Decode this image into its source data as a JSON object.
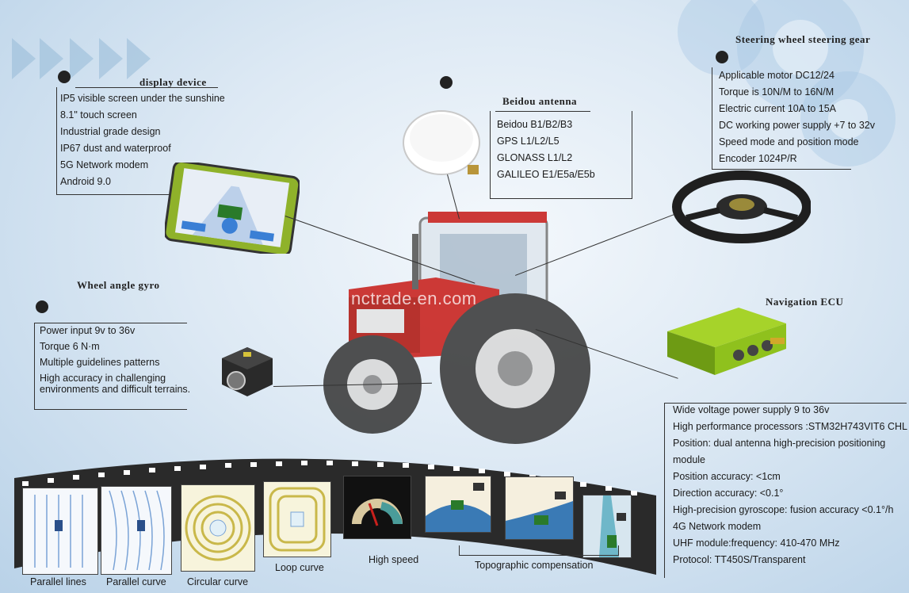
{
  "watermark": "nctrade.en.com",
  "display_device": {
    "title": "display device",
    "specs": [
      "IP5 visible screen under the sunshine",
      "8.1\" touch screen",
      "Industrial grade design",
      "IP67 dust and waterproof",
      "5G Network modem",
      "Android 9.0"
    ]
  },
  "beidou_antenna": {
    "title": "Beidou antenna",
    "specs": [
      "Beidou B1/B2/B3",
      "GPS L1/L2/L5",
      "GLONASS L1/L2",
      "GALILEO E1/E5a/E5b"
    ]
  },
  "steering_gear": {
    "title": "Steering wheel steering gear",
    "specs": [
      "Applicable motor DC12/24",
      "Torque is 10N/M to 16N/M",
      "Electric current 10A to 15A",
      "DC working power supply +7 to 32v",
      "Speed mode and position mode",
      "Encoder 1024P/R"
    ]
  },
  "wheel_angle_gyro": {
    "title": "Wheel angle gyro",
    "specs": [
      "Power input 9v to 36v",
      "Torque 6 N·m",
      "Multiple guidelines patterns",
      "High accuracy in challenging",
      "environments and difficult terrains."
    ]
  },
  "navigation_ecu": {
    "title": "Navigation ECU",
    "specs": [
      "Wide voltage power supply 9 to 36v",
      "High performance processors :STM32H743VIT6 CHL",
      "Position: dual antenna high-precision positioning",
      "module",
      "Position accuracy: <1cm",
      "Direction accuracy: <0.1°",
      "High-precision gyroscope: fusion accuracy <0.1°/h",
      "4G Network modem",
      "UHF module:frequency: 410-470 MHz",
      "Protocol: TT450S/Transparent"
    ]
  },
  "film_captions": {
    "parallel_lines": "Parallel lines",
    "parallel_curve": "Parallel curve",
    "circular_curve": "Circular curve",
    "loop_curve": "Loop curve",
    "high_speed": "High speed",
    "topographic": "Topographic compensation"
  },
  "colors": {
    "tractor_red": "#c8201c",
    "ecu_green": "#8fc11d",
    "film_dark": "#2a2a2a"
  }
}
